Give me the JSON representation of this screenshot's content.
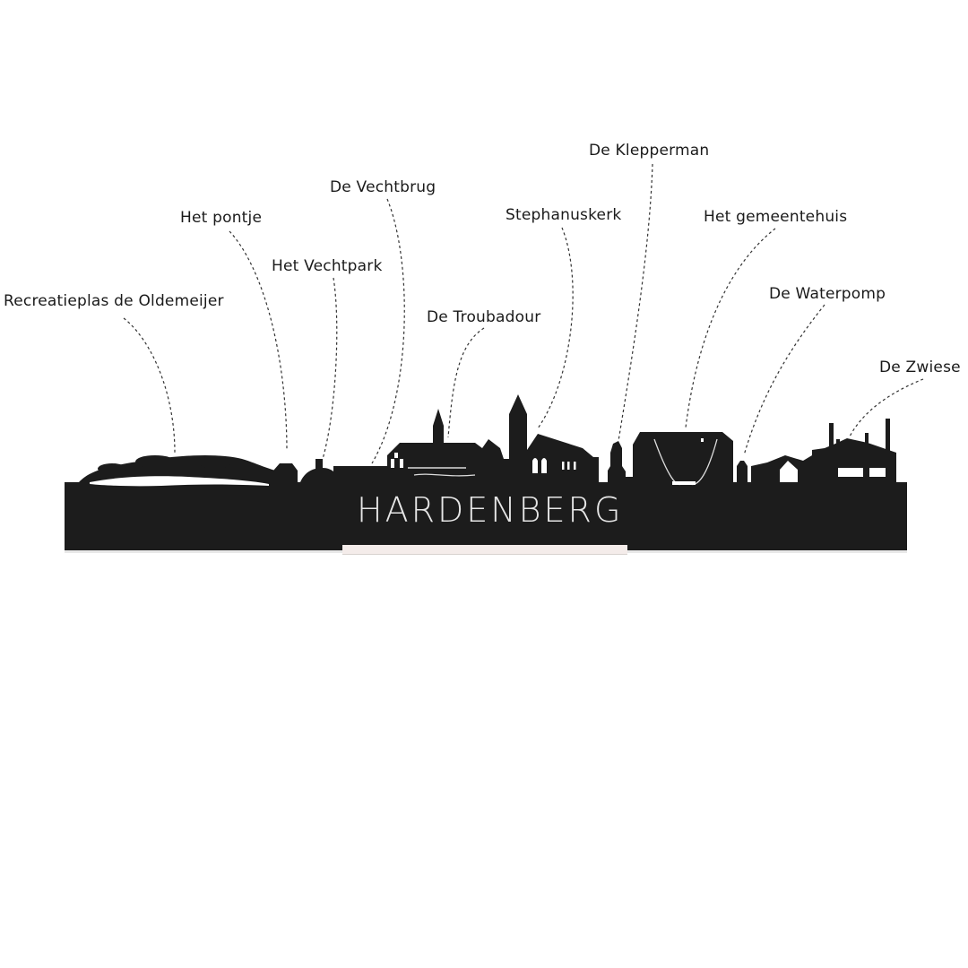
{
  "title": "HARDENBERG",
  "colors": {
    "silhouette": "#1c1c1c",
    "background": "#ffffff",
    "text": "#1a1a1a",
    "stand": "#f4ecea"
  },
  "landmarks": [
    {
      "label": "Recreatieplas de Oldemeijer"
    },
    {
      "label": "Het pontje"
    },
    {
      "label": "Het Vechtpark"
    },
    {
      "label": "De Vechtbrug"
    },
    {
      "label": "De Troubadour"
    },
    {
      "label": "Stephanuskerk"
    },
    {
      "label": "De Klepperman"
    },
    {
      "label": "Het gemeentehuis"
    },
    {
      "label": "De Waterpomp"
    },
    {
      "label": "De Zwiese"
    }
  ]
}
